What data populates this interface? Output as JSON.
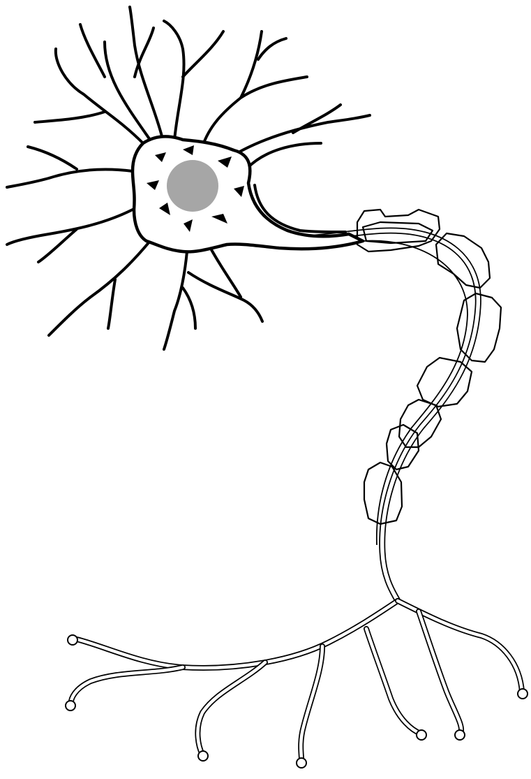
{
  "diagram": {
    "subject": "neuron",
    "colors": {
      "stroke": "#000000",
      "background": "#ffffff",
      "nucleus": "#a6a6a6"
    },
    "parts": {
      "dendrite_count": 12,
      "myelin_segment_count": 7,
      "axon_terminal_count": 7
    }
  }
}
